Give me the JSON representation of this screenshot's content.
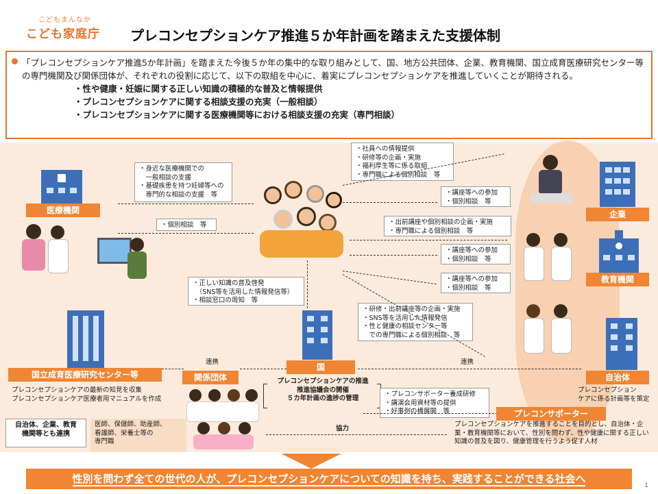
{
  "logo": {
    "small": "こどもまんなか",
    "big": "こども家庭庁"
  },
  "title": "プレコンセプションケア推進５か年計画を踏まえた支援体制",
  "summary": {
    "text": "「プレコンセプションケア推進5か年計画」を踏まえた今後５か年の集中的な取り組みとして、国、地方公共団体、企業、教育機関、国立成育医療研究センター等の専門機関及び関係団体が、それぞれの役割に応じて、以下の取組を中心に、着実にプレコンセプションケアを推進していくことが期待される。",
    "items": [
      "・性や健康・妊娠に関する正しい知識の積極的な普及と情報提供",
      "・プレコンセプションケアに関する相談支援の充実（一般相談）",
      "・プレコンセプションケアに関する医療機関等における相談支援の充実（専門相談）"
    ]
  },
  "labels": {
    "medical": "医療機関",
    "company": "企業",
    "education": "教育機関",
    "ncchd": "国立成育医療研究センター等",
    "organizations": "関係団体",
    "country": "国",
    "local_gov": "自治体",
    "supporter": "プレコンサポーター"
  },
  "notes": {
    "medical_support": "・身近な医療機関での\n　一般相談の支援\n・基礎疾患を持つ妊婦等への\n　専門的な相談の支援　等",
    "medical_consult": "・個別相談　等",
    "company_support": "・社員への情報提供\n・研修等の企画・実施\n・福利厚生等に係る取組\n・専門職による個別相談　等",
    "company_participation": "・講座等への参加\n・個別相談　等",
    "education_support": "・出前講座や個別相談の企画・実施\n・専門職による個別相談　等",
    "education_participation": "・講座等への参加\n・個別相談　等",
    "local_participation": "・講座等への参加\n・個別相談　等",
    "country_to_people": "・正しい知識の普及啓発\n　（SNS等を活用した情報発信等）\n・相談窓口の周知　等",
    "local_support": "・研修・出前講座等の企画・実施\n・SNS等を活用した情報発信\n・性と健康の相談センター等\n　での専門職による個別相談　等",
    "supporter_support": "・プレコンサポーター養成研修\n・講演会用資材等の提供\n・好事例の横展開　等"
  },
  "links": {
    "renkei_left": "連携",
    "renkei_right": "連携",
    "kyoryoku": "協力"
  },
  "texts": {
    "ncchd_desc": "プレコンセプションケアの最新の知見を収集\nプレコンセプションケア医療者用マニュアルを作成",
    "country_desc": "プレコンセプションケアの推進\n推進協議会の開催\n５カ年計画の進捗の管理",
    "local_desc": "プレコンセプション\nケアに係る計画等を策定",
    "collab_box": "自治体、企業、教育\n機関等とも連携",
    "professionals": "医師、保健師、助産師、\n看護師、栄養士等の\n専門職",
    "supporter_desc": "プレコンセプションケアを推進することを目的とし、自治体・企業・教育機関等において、性別を問わず、性や健康に関する正しい知識の普及を図り、健康管理を行うよう促す人材"
  },
  "bottom_banner": "性別を問わず全ての世代の人が、プレコンセプションケアについての知識を持ち、実践することができる社会へ",
  "page_number": "1",
  "colors": {
    "accent": "#f08533",
    "background": "#fcebdc",
    "building": "#3c6fb8"
  }
}
